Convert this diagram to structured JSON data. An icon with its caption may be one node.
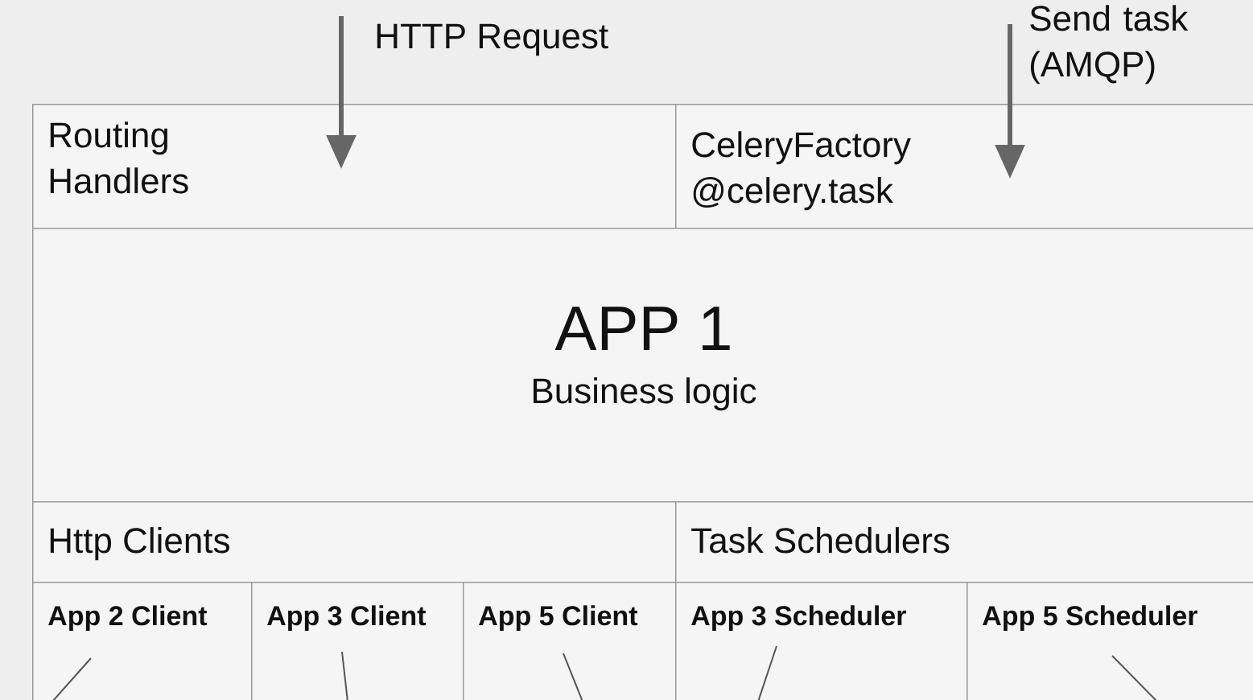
{
  "diagram": {
    "nodes": [
      {
        "text": [
          "Routing Handlers"
        ]
      },
      {
        "text": [
          "CeleryFactory",
          "@celery.task"
        ]
      },
      {
        "text": [
          "APP 1",
          "Business logic"
        ]
      },
      {
        "text": [
          "Http Clients"
        ]
      },
      {
        "text": [
          "Task Schedulers"
        ]
      },
      {
        "text": [
          "App 2 Client"
        ]
      },
      {
        "text": [
          "App 3 Client"
        ]
      },
      {
        "text": [
          "App 5 Client"
        ]
      },
      {
        "text": [
          "App 3 Scheduler"
        ]
      },
      {
        "text": [
          "App 5 Scheduler"
        ]
      }
    ],
    "edges": [
      {
        "from": null,
        "to": 0,
        "arrow": "to",
        "style": "thick"
      },
      {
        "from": null,
        "to": 1,
        "arrow": "to",
        "style": "thick"
      },
      {
        "from": 5,
        "to": null,
        "arrow": "none"
      },
      {
        "from": 6,
        "to": null,
        "arrow": "none"
      },
      {
        "from": 7,
        "to": null,
        "arrow": "none"
      },
      {
        "from": 8,
        "to": null,
        "arrow": "none"
      },
      {
        "from": 9,
        "to": null,
        "arrow": "none"
      }
    ],
    "labels": [
      "HTTP Request",
      "Send task (AMQP)"
    ]
  }
}
